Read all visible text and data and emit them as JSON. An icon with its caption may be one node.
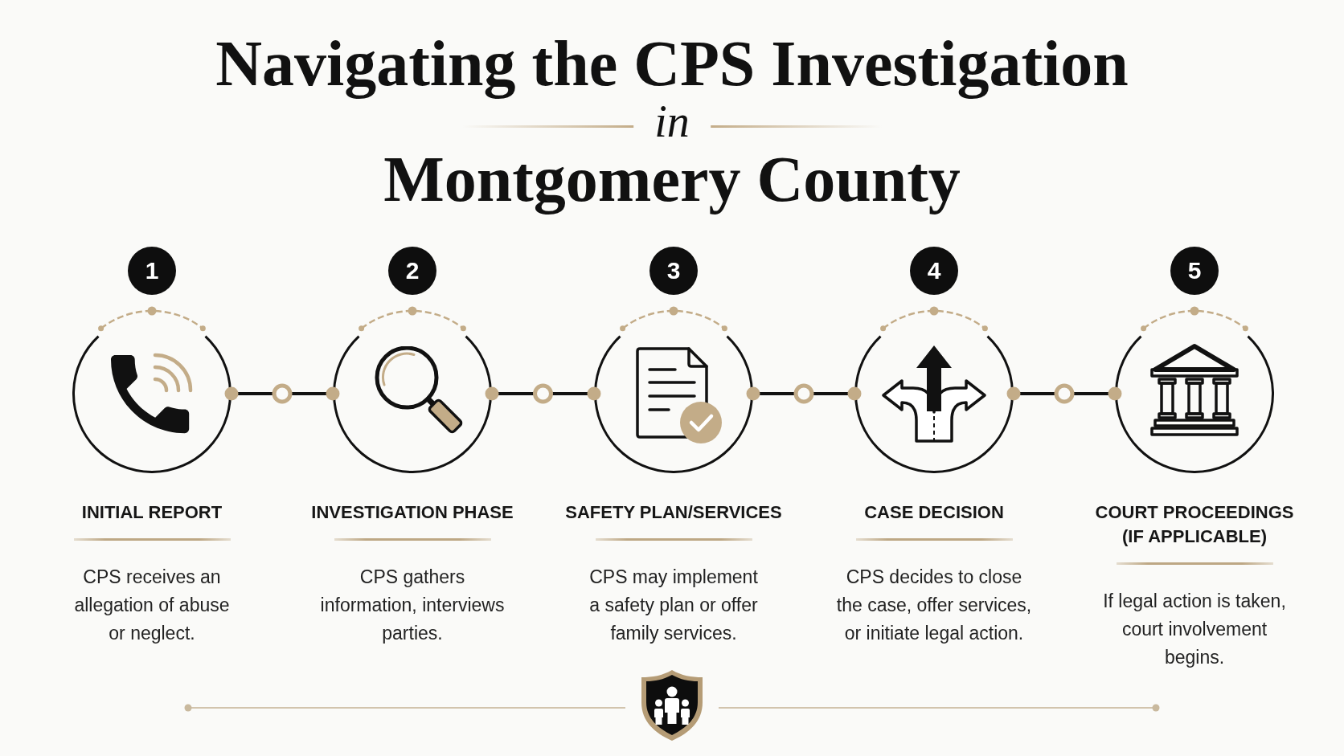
{
  "diagram": {
    "title": "Navigating the CPS Investigation *in* Montgomery County",
    "nodes": [
      {
        "text": [
          "1"
        ]
      },
      {
        "text": [
          "INITIAL REPORT",
          "CPS receives an allegation of abuse or neglect."
        ]
      },
      {
        "text": [
          "2"
        ]
      },
      {
        "text": [
          "INVESTIGATION PHASE",
          "CPS gathers information, interviews parties."
        ]
      },
      {
        "text": [
          "3"
        ]
      },
      {
        "text": [
          "SAFETY PLAN/SERVICES",
          "CPS may implement a safety plan or offer family services."
        ]
      },
      {
        "text": [
          "4"
        ]
      },
      {
        "text": [
          "CASE DECISION",
          "CPS decides to close the case, offer services, or initiate legal action."
        ]
      },
      {
        "text": [
          "5"
        ]
      },
      {
        "text": [
          "COURT PROCEEDINGS (IF APPLICABLE)",
          "If legal action is taken, court involvement begins."
        ]
      }
    ],
    "edges": [
      {
        "from": 1,
        "to": 3,
        "arrow": "other"
      },
      {
        "from": 3,
        "to": 5,
        "arrow": "other"
      },
      {
        "from": 5,
        "to": 7,
        "arrow": "other"
      },
      {
        "from": 7,
        "to": 9,
        "arrow": "other"
      }
    ]
  }
}
